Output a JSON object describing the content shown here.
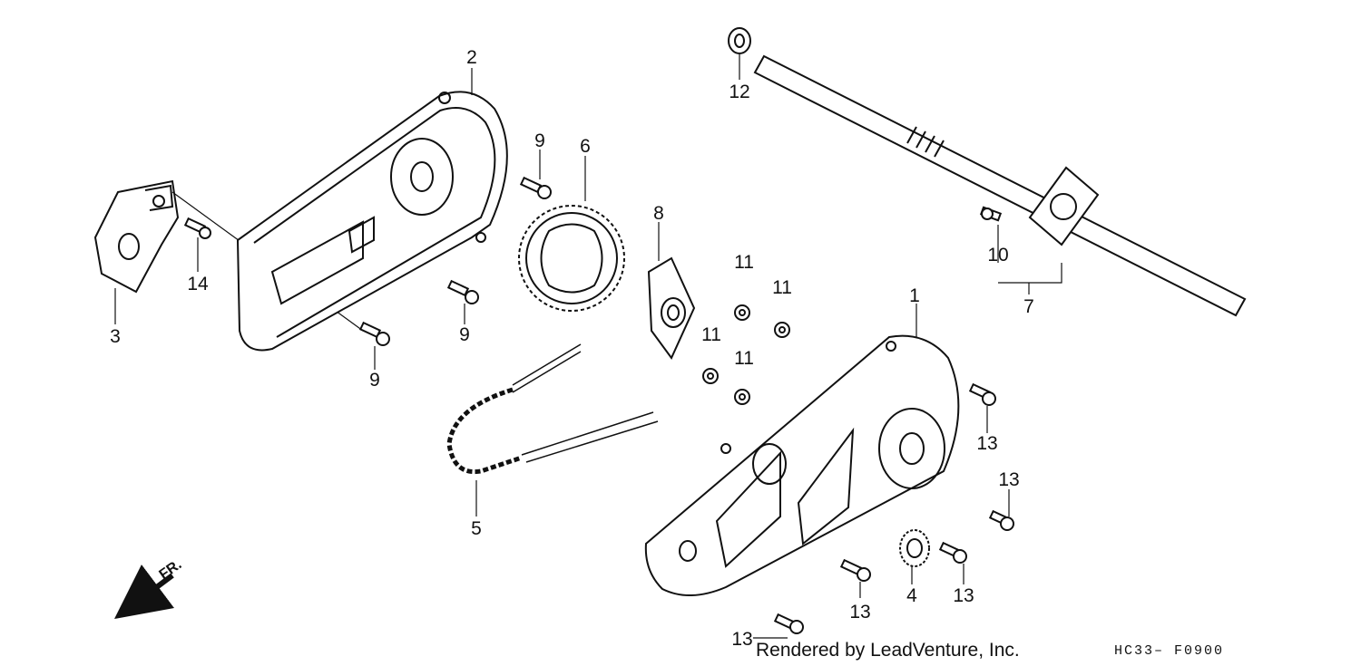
{
  "callouts": {
    "c1": "1",
    "c2": "2",
    "c3": "3",
    "c4": "4",
    "c5": "5",
    "c6": "6",
    "c7": "7",
    "c8": "8",
    "c9a": "9",
    "c9b": "9",
    "c9c": "9",
    "c10": "10",
    "c11a": "11",
    "c11b": "11",
    "c11c": "11",
    "c11d": "11",
    "c12": "12",
    "c13a": "13",
    "c13b": "13",
    "c13c": "13",
    "c13d": "13",
    "c13e": "13",
    "c14": "14"
  },
  "direction_label": "FR.",
  "footer": {
    "credit": "Rendered by LeadVenture, Inc.",
    "diagram_code": "HC33– F0900"
  },
  "colors": {
    "ink": "#111111",
    "paper": "#ffffff"
  }
}
